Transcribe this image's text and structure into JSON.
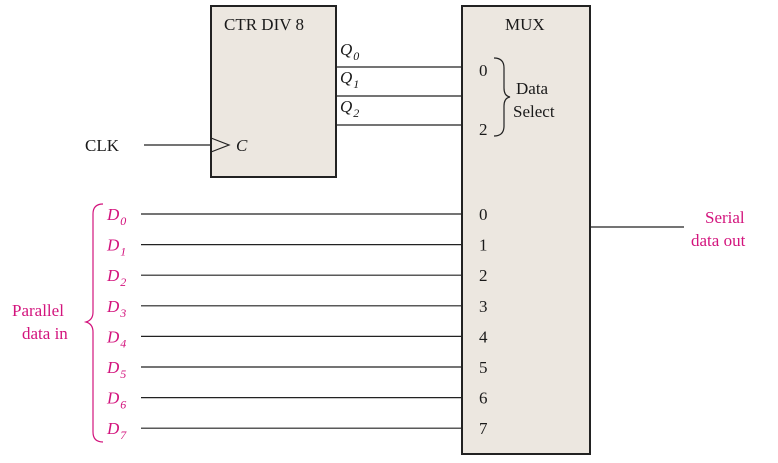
{
  "counter": {
    "title": "CTR DIV 8",
    "clock_input": "C",
    "outputs": [
      {
        "base": "Q",
        "sub": "0"
      },
      {
        "base": "Q",
        "sub": "1"
      },
      {
        "base": "Q",
        "sub": "2"
      }
    ]
  },
  "clk_label": "CLK",
  "mux": {
    "title": "MUX",
    "select_pins": [
      "0",
      "",
      "2"
    ],
    "select_label_line1": "Data",
    "select_label_line2": "Select",
    "data_pins": [
      "0",
      "1",
      "2",
      "3",
      "4",
      "5",
      "6",
      "7"
    ]
  },
  "data_inputs": [
    {
      "base": "D",
      "sub": "0"
    },
    {
      "base": "D",
      "sub": "1"
    },
    {
      "base": "D",
      "sub": "2"
    },
    {
      "base": "D",
      "sub": "3"
    },
    {
      "base": "D",
      "sub": "4"
    },
    {
      "base": "D",
      "sub": "5"
    },
    {
      "base": "D",
      "sub": "6"
    },
    {
      "base": "D",
      "sub": "7"
    }
  ],
  "parallel_label_line1": "Parallel",
  "parallel_label_line2": "data in",
  "serial_label_line1": "Serial",
  "serial_label_line2": "data out",
  "colors": {
    "accent": "#d3147d",
    "block_fill": "#ece7e0",
    "line": "#222222"
  }
}
